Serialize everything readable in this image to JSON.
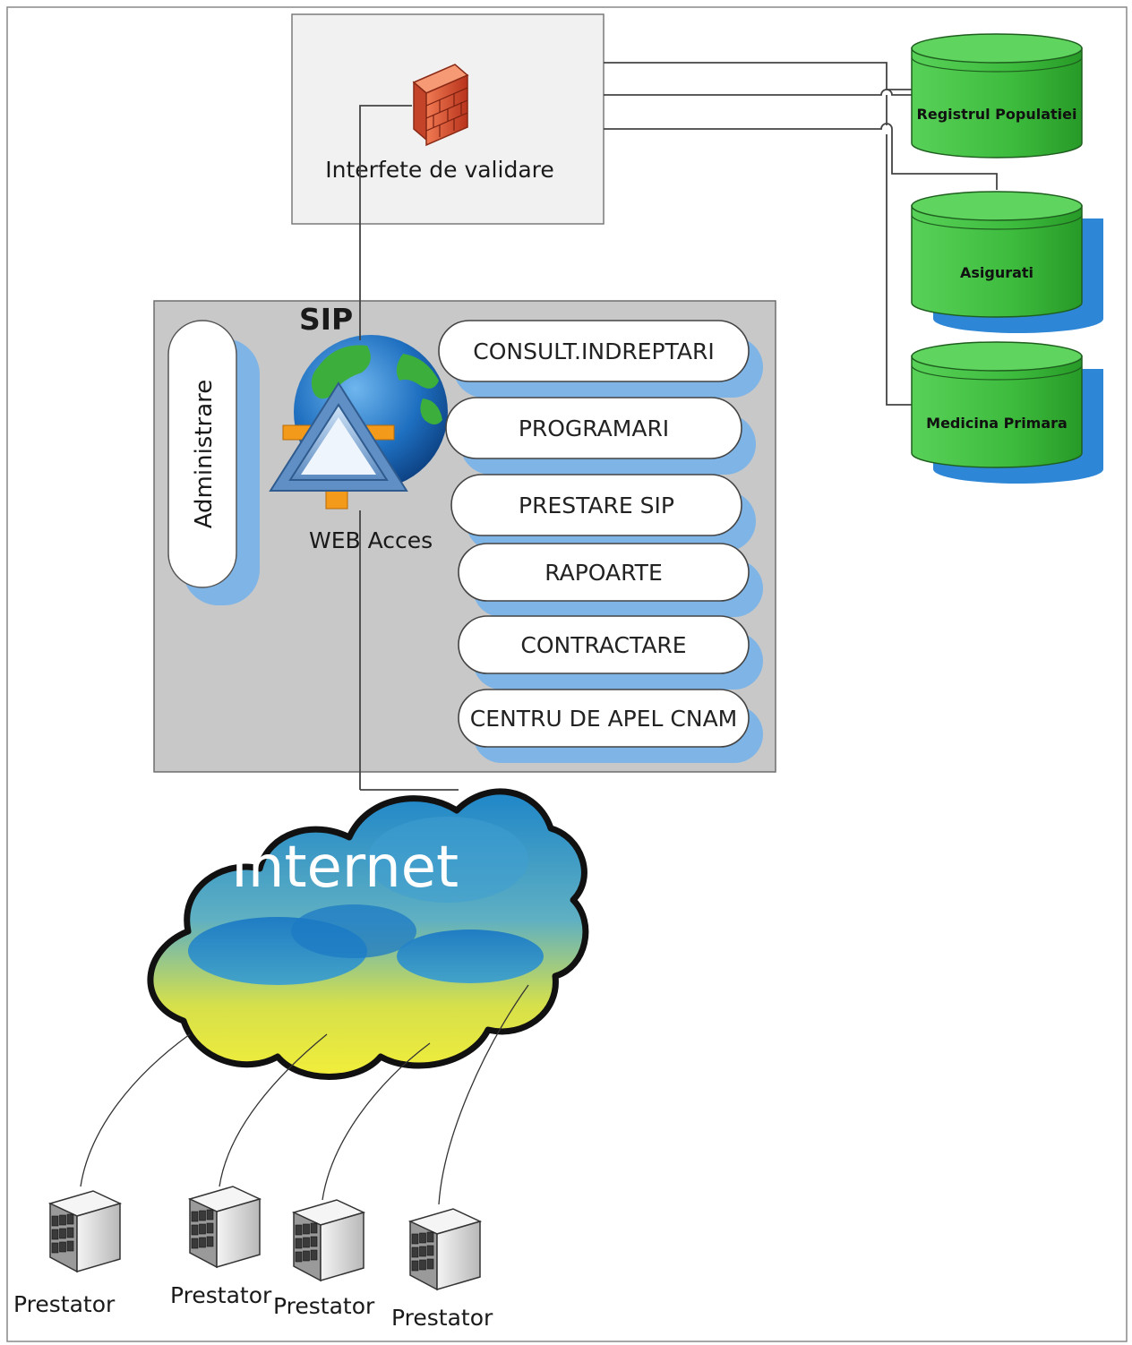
{
  "validation_box": {
    "label": "Interfete de validare"
  },
  "sip": {
    "title": "SIP",
    "admin_label": "Administrare",
    "web_access_label": "WEB Acces",
    "modules": [
      "CONSULT.INDREPTARI",
      "PROGRAMARI",
      "PRESTARE SIP",
      "RAPOARTE",
      "CONTRACTARE",
      "CENTRU DE APEL CNAM"
    ]
  },
  "databases": [
    "Registrul Populatiei",
    "Asigurati",
    "Medicina Primara"
  ],
  "internet_label": "Internet",
  "providers": [
    "Prestator",
    "Prestator",
    "Prestator",
    "Prestator"
  ],
  "colors": {
    "db_green": "#3dbb3d",
    "pill_shadow": "#7fb4e6",
    "sip_bg": "#c8c8c8",
    "firewall": "#e0563a"
  }
}
